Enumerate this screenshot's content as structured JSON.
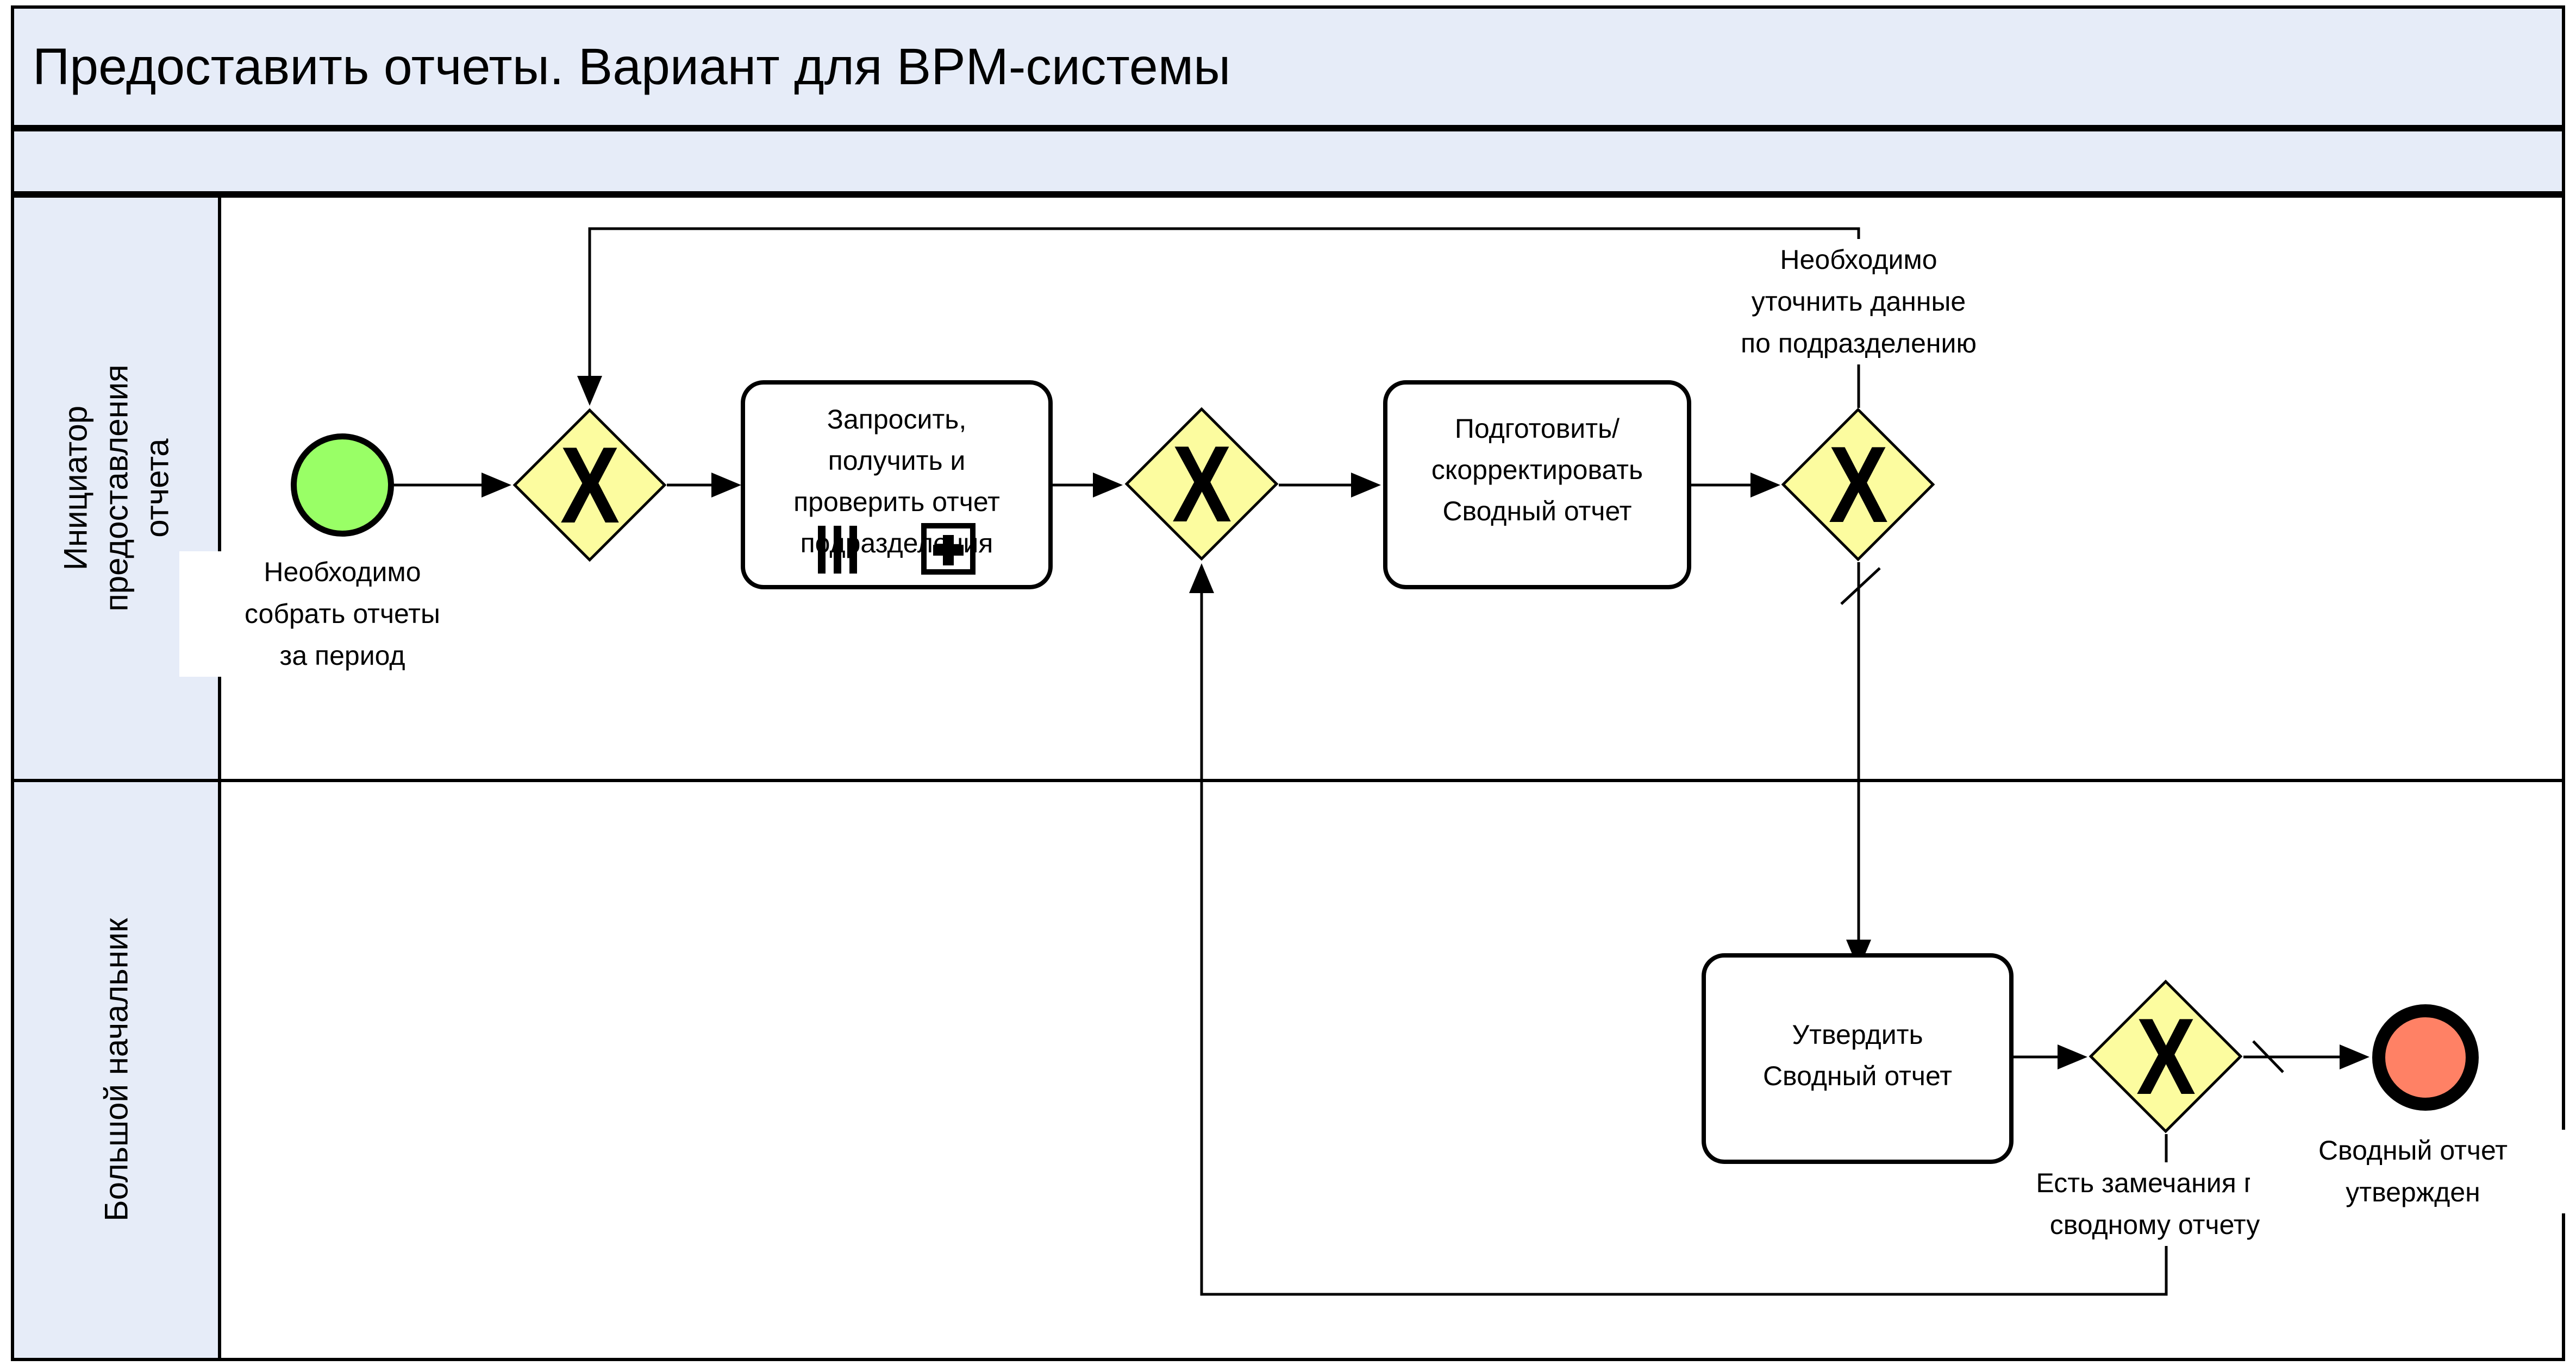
{
  "title": "Предоставить отчеты. Вариант для BPM-системы",
  "lanes": [
    {
      "label": "Инициатор\nпредоставления\nотчета"
    },
    {
      "label": "Большой начальник"
    }
  ],
  "events": {
    "start": {
      "label": "Необходимо\nсобрать отчеты\nза период",
      "color": "#99FF66"
    },
    "end": {
      "label": "Сводный отчет\nутвержден",
      "color": "#FF8165"
    }
  },
  "tasks": [
    {
      "label": "Запросить,\nполучить и\nпроверить отчет\nподразделения",
      "markers": [
        "multi-instance-sequential",
        "subprocess-plus"
      ]
    },
    {
      "label": "Подготовить/\nскорректировать\nСводный отчет",
      "markers": []
    },
    {
      "label": "Утвердить\nСводный отчет",
      "markers": []
    }
  ],
  "gateways": [
    {
      "symbol": "X",
      "type": "exclusive"
    },
    {
      "symbol": "X",
      "type": "exclusive"
    },
    {
      "symbol": "X",
      "type": "exclusive"
    },
    {
      "symbol": "X",
      "type": "exclusive"
    }
  ],
  "annotations": {
    "clarify": "Необходимо\nуточнить данные\nпо подразделению",
    "remarks": "Есть замечания по\nсводному отчету"
  },
  "colors": {
    "header_bg": "#E6ECF8",
    "gateway_fill": "#FCFC9F",
    "start_fill": "#99FF66",
    "end_fill": "#FF8165",
    "stroke": "#000000"
  }
}
